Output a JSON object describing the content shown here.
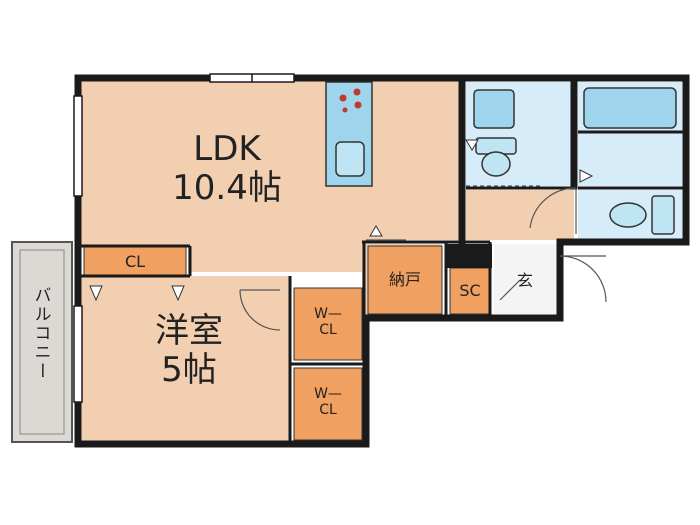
{
  "rooms": {
    "ldk": {
      "name": "LDK",
      "size": "10.4帖"
    },
    "western_room": {
      "name": "洋室",
      "size": "5帖"
    },
    "closet": "CL",
    "walk_in_closet_1": {
      "line1": "W—",
      "line2": "CL"
    },
    "walk_in_closet_2": {
      "line1": "W—",
      "line2": "CL"
    },
    "storage": "納戸",
    "shoe_closet": "SC",
    "entrance": "玄",
    "balcony": "バルコニー"
  },
  "colors": {
    "room_floor": "#f2cfb1",
    "storage_orange": "#f0a060",
    "wet_area_blue": "#d6ecf8",
    "fixture_blue": "#9fd5ec",
    "balcony_gray": "#dcd8d4",
    "wall": "#1a1a1a"
  },
  "fixtures": [
    "stove-icon",
    "kitchen-sink-icon",
    "washbasin-icon",
    "toilet-icon",
    "bathtub-icon",
    "toilet-icon"
  ]
}
